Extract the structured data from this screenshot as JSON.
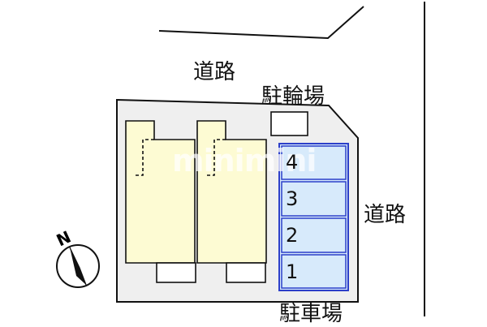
{
  "labels": {
    "road_top": "道路",
    "road_right": "道路",
    "bicycle_parking": "駐輪場",
    "car_parking": "駐車場",
    "compass_north": "N",
    "watermark": "minimini"
  },
  "parking_slots": [
    "4",
    "3",
    "2",
    "1"
  ],
  "colors": {
    "lot": "#efefef",
    "building": "#fdfbd3",
    "parking_fill": "#d7eafb",
    "parking_border": "#2c3fc9",
    "line": "#111111"
  },
  "icons": [
    "compass-icon"
  ]
}
